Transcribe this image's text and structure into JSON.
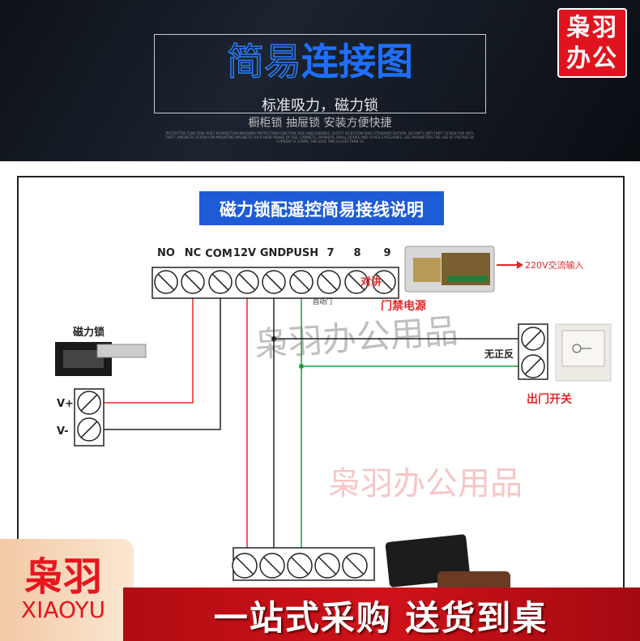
{
  "header": {
    "title_light": "简易",
    "title_bold": "连接图",
    "subtitle1": "标准吸力，磁力锁",
    "subtitle2": "橱柜锁  抽屉锁  安装方便快捷",
    "fine_print": "PROTECTIVE FUNCTION. BUILT IN DIRECTION BREAKING PROTECTION FUNCTION SAFE AND DURABLE. SAFETY SELECTION 60KG STANDARD EDITION. SECURITY ANTI-THEFT SCREW FOR ANTI-THEFT, MAGNETIC SCREW FOR MOUNTING MAGNETIC LOCK HEAD RANGE OF USE: CABINETS, DRAWERS, SMALL DOORS AND OTHER CATEGORIES. USE PARAMETERS THE USE OF VOLTAGE DC CURRENT IS 120MA, THE LOCK TIME IS LESS THAN 1S"
  },
  "logo": {
    "line1": "枭羽",
    "line2": "办公"
  },
  "diagram": {
    "banner": "磁力锁配遥控简易接线说明",
    "terminals": [
      "NO",
      "NC",
      "COM",
      "12V",
      "GND",
      "PUSH",
      "7",
      "8",
      "9"
    ],
    "intercom": "对讲",
    "auto_door": "自动门",
    "power_supply": "门禁电源",
    "ac_input": "220V交流输入",
    "maglock": "磁力锁",
    "vplus": "V+",
    "vminus": "V-",
    "no_polarity": "无正反",
    "exit_switch": "出门开关",
    "watermark": "枭羽办公用品",
    "colors": {
      "red": "#e02a2a",
      "black": "#222222",
      "green": "#1a9a40"
    }
  },
  "footer": {
    "brand_cn": "枭羽",
    "brand_en": "XIAOYU",
    "slogan": "一站式采购  送货到桌"
  }
}
